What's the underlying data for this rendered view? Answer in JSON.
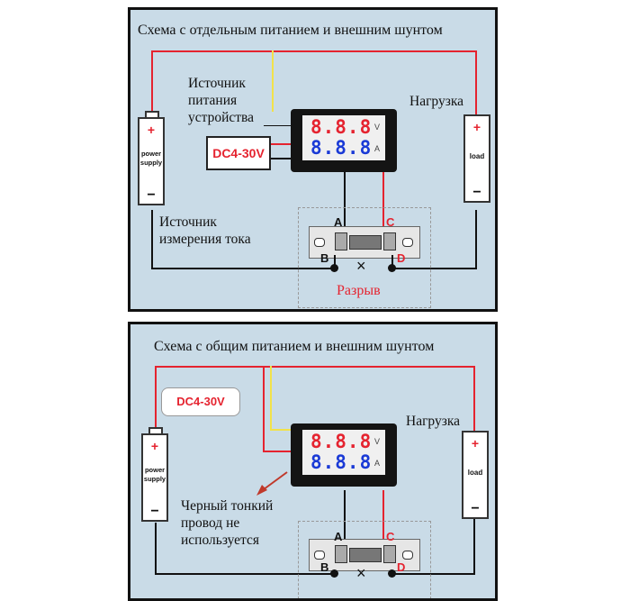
{
  "panels": [
    {
      "title": "Схема с отдельным питанием и внешним шунтом",
      "device_supply_label": [
        "Источник",
        "питания",
        "устройства"
      ],
      "load_label": "Нагрузка",
      "measure_supply_label": [
        "Источник",
        "измерения тока"
      ],
      "dc_label": "DC4-30V",
      "break_label": "Разрыв"
    },
    {
      "title": "Схема с общим питанием и внешним шунтом",
      "load_label": "Нагрузка",
      "dc_label": "DC4-30V",
      "note_label": [
        "Черный тонкий",
        "провод не",
        "используется"
      ]
    }
  ],
  "components": {
    "power_supply_text": [
      "power",
      "supply"
    ],
    "load_text": "load",
    "plus": "+",
    "minus": "−",
    "voltage_digits": "8.8.8",
    "current_digits": "8.8.8",
    "voltage_unit": "V",
    "current_unit": "A",
    "terminal_a": "A",
    "terminal_b": "B",
    "terminal_c": "C",
    "terminal_d": "D",
    "break_mark": "×"
  },
  "colors": {
    "panel_bg": "#c9dbe7",
    "red_wire": "#e5232f",
    "yellow_wire": "#f2e24a",
    "black_wire": "#111111",
    "voltage_digit": "#e5232f",
    "current_digit": "#1a3ad6"
  }
}
